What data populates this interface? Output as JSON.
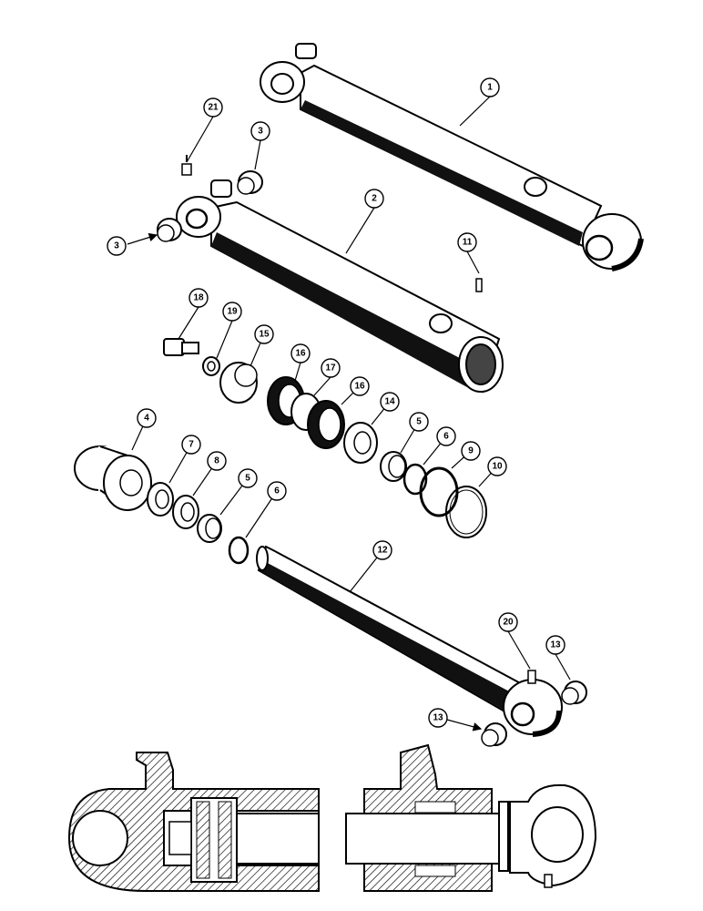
{
  "callouts": [
    "1",
    "21",
    "3",
    "3",
    "2",
    "11",
    "18",
    "19",
    "15",
    "16",
    "17",
    "16",
    "14",
    "5",
    "6",
    "9",
    "10",
    "4",
    "7",
    "8",
    "5",
    "6",
    "12",
    "20",
    "13",
    "13"
  ]
}
